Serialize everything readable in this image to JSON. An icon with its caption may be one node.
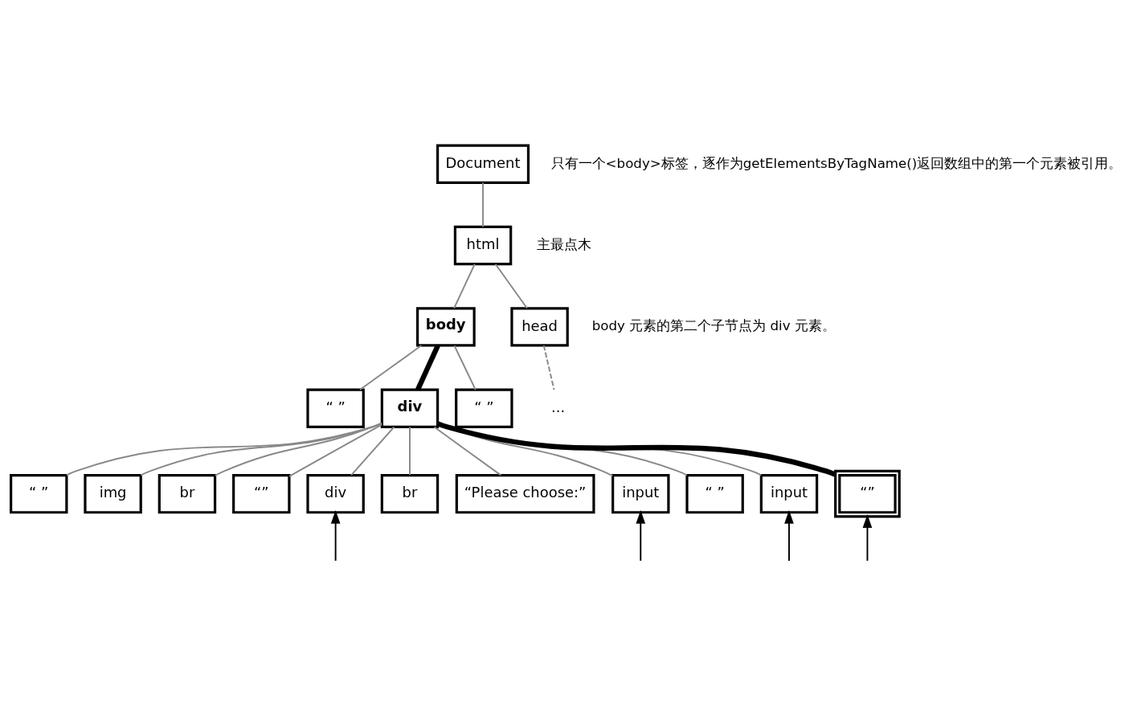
{
  "diagram": {
    "nodes": [
      {
        "text": [
          "Document"
        ]
      },
      {
        "text": [
          "html"
        ]
      },
      {
        "text": [
          "body"
        ]
      },
      {
        "text": [
          "head"
        ]
      },
      {
        "text": [
          "..."
        ]
      },
      {
        "text": [
          "“ ”"
        ]
      },
      {
        "text": [
          "div"
        ]
      },
      {
        "text": [
          "“ ”"
        ]
      },
      {
        "text": [
          "“ ”"
        ]
      },
      {
        "text": [
          "img"
        ]
      },
      {
        "text": [
          "br"
        ]
      },
      {
        "text": [
          "“”"
        ]
      },
      {
        "text": [
          "div"
        ]
      },
      {
        "text": [
          "br"
        ]
      },
      {
        "text": [
          "“Please choose:”"
        ]
      },
      {
        "text": [
          "input"
        ]
      },
      {
        "text": [
          "“ ”"
        ]
      },
      {
        "text": [
          "input"
        ]
      },
      {
        "text": [
          "“”"
        ]
      }
    ],
    "edges": [
      {
        "from": 0,
        "to": 1,
        "arrow": "none",
        "color": "#888888"
      },
      {
        "from": 1,
        "to": 2,
        "arrow": "none",
        "color": "#888888"
      },
      {
        "from": 1,
        "to": 3,
        "arrow": "none",
        "color": "#888888"
      },
      {
        "from": 3,
        "to": 4,
        "arrow": "none",
        "style": "dashed",
        "color": "#888888"
      },
      {
        "from": 2,
        "to": 5,
        "arrow": "none",
        "color": "#888888"
      },
      {
        "from": 2,
        "to": 6,
        "arrow": "none",
        "style": "thick",
        "color": "#000000"
      },
      {
        "from": 2,
        "to": 7,
        "arrow": "none",
        "color": "#888888"
      },
      {
        "from": 6,
        "to": 8,
        "arrow": "none",
        "color": "#888888"
      },
      {
        "from": 6,
        "to": 9,
        "arrow": "none",
        "color": "#888888"
      },
      {
        "from": 6,
        "to": 10,
        "arrow": "none",
        "color": "#888888"
      },
      {
        "from": 6,
        "to": 11,
        "arrow": "none",
        "color": "#888888"
      },
      {
        "from": 6,
        "to": 12,
        "arrow": "none",
        "color": "#888888"
      },
      {
        "from": 6,
        "to": 13,
        "arrow": "none",
        "color": "#888888"
      },
      {
        "from": 6,
        "to": 14,
        "arrow": "none",
        "color": "#888888"
      },
      {
        "from": 6,
        "to": 15,
        "arrow": "none",
        "color": "#888888"
      },
      {
        "from": 6,
        "to": 16,
        "arrow": "none",
        "color": "#888888"
      },
      {
        "from": 6,
        "to": 17,
        "arrow": "none",
        "color": "#888888"
      },
      {
        "from": 6,
        "to": 18,
        "arrow": "none",
        "style": "thick",
        "color": "#000000"
      },
      {
        "from": null,
        "to": 12,
        "arrow": "to",
        "color": "#000000"
      },
      {
        "from": null,
        "to": 15,
        "arrow": "to",
        "color": "#000000"
      },
      {
        "from": null,
        "to": 17,
        "arrow": "to",
        "color": "#000000"
      },
      {
        "from": null,
        "to": 18,
        "arrow": "to",
        "color": "#000000"
      }
    ],
    "labels": [
      "只有一个<body>标签，逐作为getElementsByTagName()返回数组中的第一个元素被引用。",
      "body 元素的第二个子节点为 div 元素。",
      "主最点木"
    ]
  }
}
